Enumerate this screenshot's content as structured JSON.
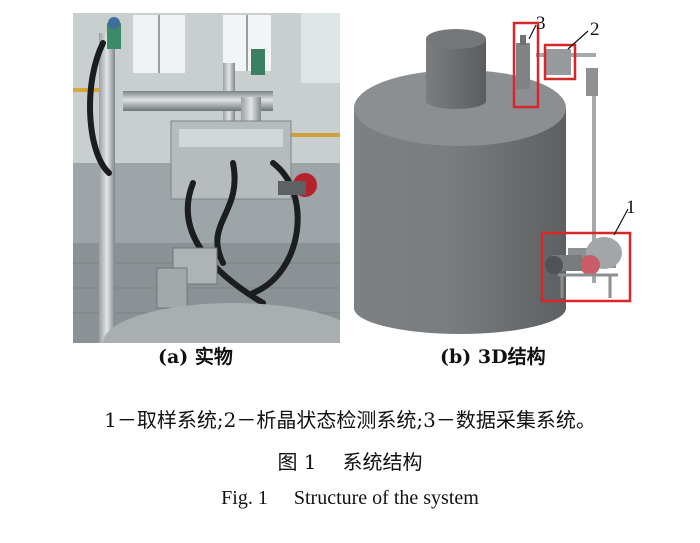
{
  "subfigures": {
    "a_caption": "(a) 实物",
    "b_caption": "(b) 3D结构"
  },
  "callouts": {
    "one": "1",
    "two": "2",
    "three": "3"
  },
  "legend": "1－取样系统;2－析晶状态检测系统;3－数据采集系统。",
  "caption_cn": {
    "label": "图 1",
    "text": "系统结构"
  },
  "caption_en": {
    "label": "Fig. 1",
    "text": "Structure of the system"
  },
  "colors": {
    "callout_box": "#d8262a",
    "tank": "#6f7274",
    "photo_bg": "#8d9496"
  }
}
